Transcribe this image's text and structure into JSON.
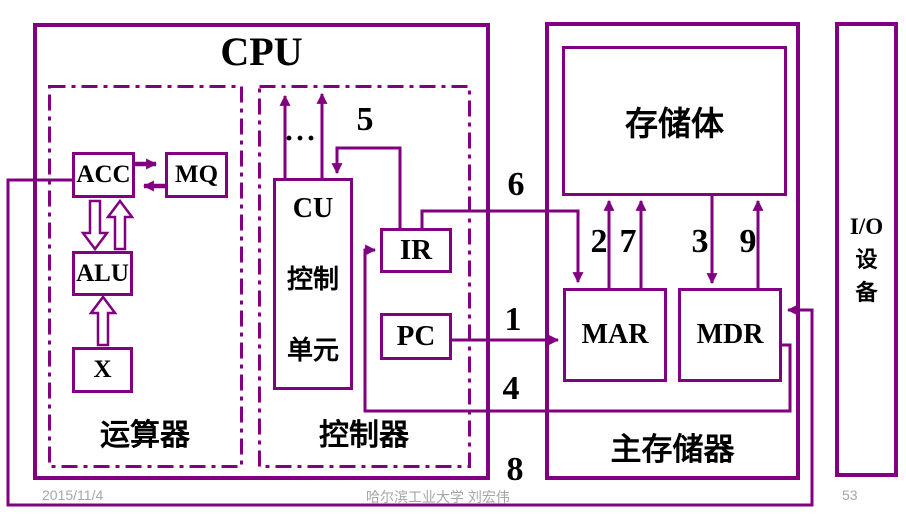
{
  "colors": {
    "accent": "#800080",
    "text": "#000000",
    "footer": "#A6A6A6",
    "background": "#FFFFFF"
  },
  "slide": {
    "cpu": {
      "title": "CPU",
      "arithmetic_unit": {
        "label": "运算器",
        "acc": "ACC",
        "mq": "MQ",
        "alu": "ALU",
        "x": "X"
      },
      "controller": {
        "label": "控制器",
        "cu_line1": "CU",
        "cu_line2": "控制",
        "cu_line3": "单元",
        "ir": "IR",
        "pc": "PC",
        "ellipsis": "···"
      }
    },
    "main_memory": {
      "label": "主存储器",
      "storage_body": "存储体",
      "mar": "MAR",
      "mdr": "MDR"
    },
    "io_device": {
      "line1": "I/O",
      "line2": "设",
      "line3": "备"
    },
    "steps": {
      "s1": "1",
      "s2": "2",
      "s3": "3",
      "s4": "4",
      "s5": "5",
      "s6": "6",
      "s7": "7",
      "s8": "8",
      "s9": "9"
    }
  },
  "footer": {
    "date": "2015/11/4",
    "credit": "哈尔滨工业大学  刘宏伟",
    "page_number": "53"
  }
}
